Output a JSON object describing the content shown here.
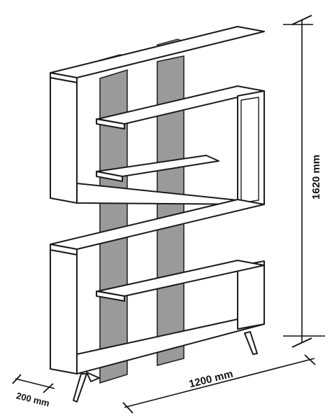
{
  "diagram": {
    "dimensions": {
      "height_label": "1620 mm",
      "width_label": "1200 mm",
      "depth_label": "200 mm"
    },
    "colors": {
      "line": "#1a1a1a",
      "panel_fill": "#ffffff",
      "back_panel_fill": "#9a9a9a"
    }
  }
}
